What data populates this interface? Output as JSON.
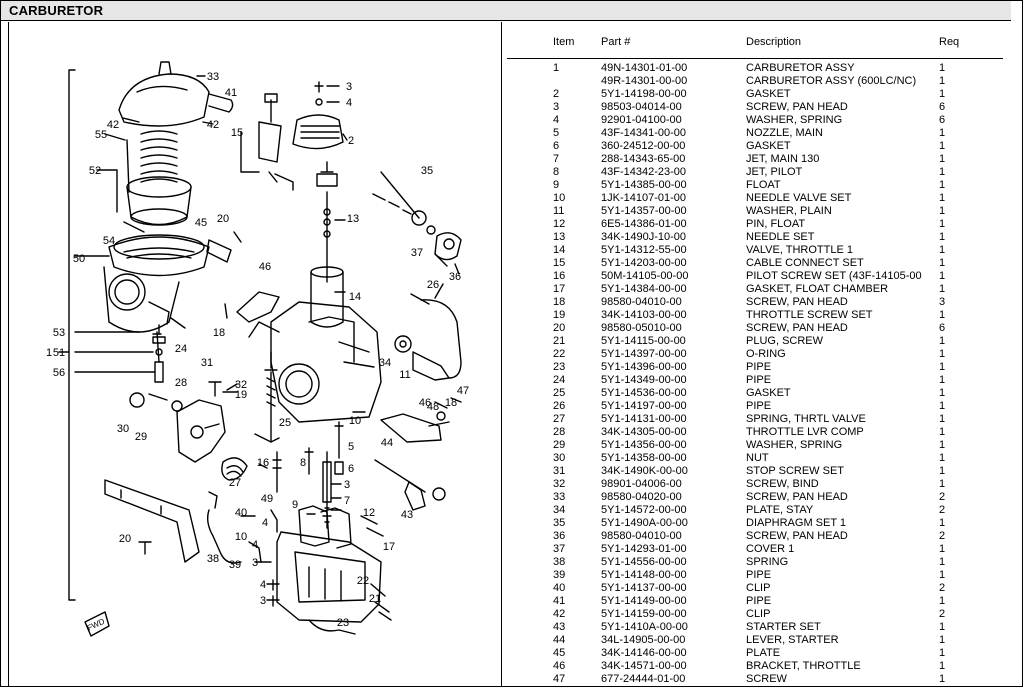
{
  "page": {
    "title": "CARBURETOR"
  },
  "table": {
    "headers": {
      "item": "Item",
      "part": "Part #",
      "description": "Description",
      "req": "Req"
    },
    "rows": [
      {
        "item": "1",
        "part": "49N-14301-01-00",
        "desc": "CARBURETOR ASSY",
        "req": "1"
      },
      {
        "item": "",
        "part": "49R-14301-00-00",
        "desc": "CARBURETOR ASSY  (600LC/NC)",
        "req": "1"
      },
      {
        "item": "2",
        "part": "5Y1-14198-00-00",
        "desc": "GASKET",
        "req": "1"
      },
      {
        "item": "3",
        "part": "98503-04014-00",
        "desc": "SCREW, PAN HEAD",
        "req": "6"
      },
      {
        "item": "4",
        "part": "92901-04100-00",
        "desc": "WASHER, SPRING",
        "req": "6"
      },
      {
        "item": "5",
        "part": "43F-14341-00-00",
        "desc": "NOZZLE, MAIN",
        "req": "1"
      },
      {
        "item": "6",
        "part": "360-24512-00-00",
        "desc": "GASKET",
        "req": "1"
      },
      {
        "item": "7",
        "part": "288-14343-65-00",
        "desc": "JET, MAIN 130",
        "req": "1"
      },
      {
        "item": "8",
        "part": "43F-14342-23-00",
        "desc": "JET, PILOT",
        "req": "1"
      },
      {
        "item": "9",
        "part": "5Y1-14385-00-00",
        "desc": "FLOAT",
        "req": "1"
      },
      {
        "item": "10",
        "part": "1JK-14107-01-00",
        "desc": "NEEDLE VALVE SET",
        "req": "1"
      },
      {
        "item": "11",
        "part": "5Y1-14357-00-00",
        "desc": "WASHER, PLAIN",
        "req": "1"
      },
      {
        "item": "12",
        "part": "6E5-14386-01-00",
        "desc": "PIN, FLOAT",
        "req": "1"
      },
      {
        "item": "13",
        "part": "34K-1490J-10-00",
        "desc": "NEEDLE SET",
        "req": "1"
      },
      {
        "item": "14",
        "part": "5Y1-14312-55-00",
        "desc": "VALVE, THROTTLE 1",
        "req": "1"
      },
      {
        "item": "15",
        "part": "5Y1-14203-00-00",
        "desc": "CABLE CONNECT SET",
        "req": "1"
      },
      {
        "item": "16",
        "part": "50M-14105-00-00",
        "desc": "PILOT SCREW SET (43F-14105-00",
        "req": "1"
      },
      {
        "item": "17",
        "part": "5Y1-14384-00-00",
        "desc": "GASKET, FLOAT CHAMBER",
        "req": "1"
      },
      {
        "item": "18",
        "part": "98580-04010-00",
        "desc": "SCREW, PAN HEAD",
        "req": "3"
      },
      {
        "item": "19",
        "part": "34K-14103-00-00",
        "desc": "THROTTLE SCREW SET",
        "req": "1"
      },
      {
        "item": "20",
        "part": "98580-05010-00",
        "desc": "SCREW, PAN HEAD",
        "req": "6"
      },
      {
        "item": "21",
        "part": "5Y1-14115-00-00",
        "desc": "PLUG, SCREW",
        "req": "1"
      },
      {
        "item": "22",
        "part": "5Y1-14397-00-00",
        "desc": "O-RING",
        "req": "1"
      },
      {
        "item": "23",
        "part": "5Y1-14396-00-00",
        "desc": "PIPE",
        "req": "1"
      },
      {
        "item": "24",
        "part": "5Y1-14349-00-00",
        "desc": "PIPE",
        "req": "1"
      },
      {
        "item": "25",
        "part": "5Y1-14536-00-00",
        "desc": "GASKET",
        "req": "1"
      },
      {
        "item": "26",
        "part": "5Y1-14197-00-00",
        "desc": "PIPE",
        "req": "1"
      },
      {
        "item": "27",
        "part": "5Y1-14131-00-00",
        "desc": "SPRING, THRTL VALVE",
        "req": "1"
      },
      {
        "item": "28",
        "part": "34K-14305-00-00",
        "desc": "THROTTLE LVR COMP",
        "req": "1"
      },
      {
        "item": "29",
        "part": "5Y1-14356-00-00",
        "desc": "WASHER, SPRING",
        "req": "1"
      },
      {
        "item": "30",
        "part": "5Y1-14358-00-00",
        "desc": "NUT",
        "req": "1"
      },
      {
        "item": "31",
        "part": "34K-1490K-00-00",
        "desc": "STOP SCREW SET",
        "req": "1"
      },
      {
        "item": "32",
        "part": "98901-04006-00",
        "desc": "SCREW, BIND",
        "req": "1"
      },
      {
        "item": "33",
        "part": "98580-04020-00",
        "desc": "SCREW, PAN HEAD",
        "req": "2"
      },
      {
        "item": "34",
        "part": "5Y1-14572-00-00",
        "desc": "PLATE, STAY",
        "req": "2"
      },
      {
        "item": "35",
        "part": "5Y1-1490A-00-00",
        "desc": "DIAPHRAGM SET 1",
        "req": "1"
      },
      {
        "item": "36",
        "part": "98580-04010-00",
        "desc": "SCREW, PAN HEAD",
        "req": "2"
      },
      {
        "item": "37",
        "part": "5Y1-14293-01-00",
        "desc": "COVER 1",
        "req": "1"
      },
      {
        "item": "38",
        "part": "5Y1-14556-00-00",
        "desc": "SPRING",
        "req": "1"
      },
      {
        "item": "39",
        "part": "5Y1-14148-00-00",
        "desc": "PIPE",
        "req": "1"
      },
      {
        "item": "40",
        "part": "5Y1-14137-00-00",
        "desc": "CLIP",
        "req": "2"
      },
      {
        "item": "41",
        "part": "5Y1-14149-00-00",
        "desc": "PIPE",
        "req": "1"
      },
      {
        "item": "42",
        "part": "5Y1-14159-00-00",
        "desc": "CLIP",
        "req": "2"
      },
      {
        "item": "43",
        "part": "5Y1-1410A-00-00",
        "desc": "STARTER SET",
        "req": "1"
      },
      {
        "item": "44",
        "part": "34L-14905-00-00",
        "desc": "LEVER, STARTER",
        "req": "1"
      },
      {
        "item": "45",
        "part": "34K-14146-00-00",
        "desc": "PLATE",
        "req": "1"
      },
      {
        "item": "46",
        "part": "34K-14571-00-00",
        "desc": "BRACKET, THROTTLE",
        "req": "1"
      },
      {
        "item": "47",
        "part": "677-24444-01-00",
        "desc": "SCREW",
        "req": "1"
      }
    ]
  },
  "diagram": {
    "callouts": [
      "1",
      "2",
      "3",
      "4",
      "5",
      "6",
      "7",
      "8",
      "9",
      "10",
      "11",
      "12",
      "13",
      "14",
      "15",
      "16",
      "17",
      "18",
      "19",
      "20",
      "21",
      "22",
      "23",
      "24",
      "25",
      "26",
      "27",
      "28",
      "29",
      "30",
      "31",
      "32",
      "33",
      "34",
      "35",
      "36",
      "37",
      "38",
      "39",
      "40",
      "41",
      "42",
      "43",
      "44",
      "45",
      "46",
      "47",
      "48",
      "49",
      "50",
      "51",
      "52",
      "53",
      "54",
      "55",
      "56"
    ],
    "front_mark": "FWD"
  }
}
